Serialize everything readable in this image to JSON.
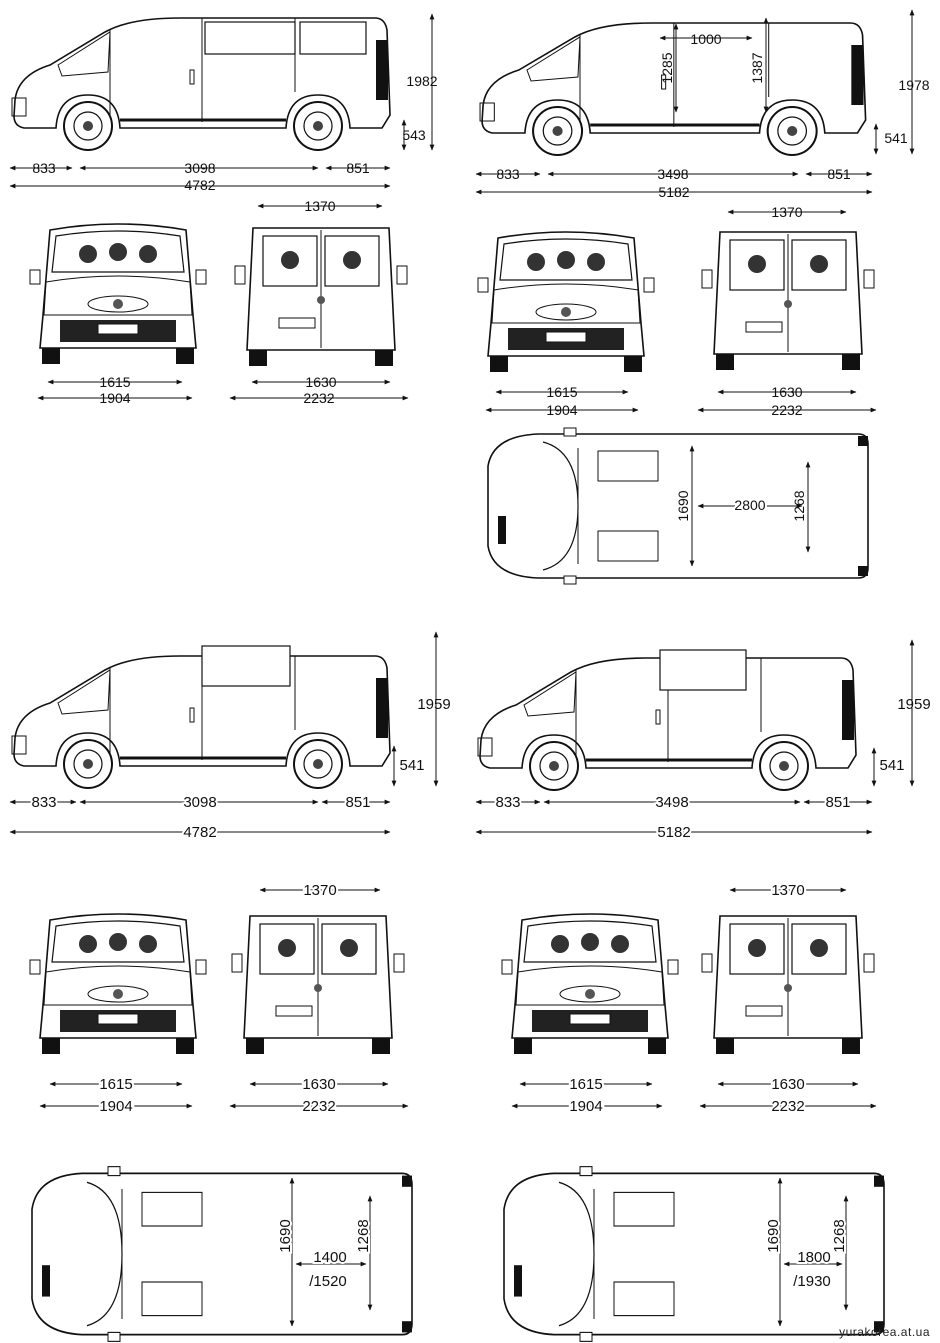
{
  "page": {
    "watermark": "yurakorea.at.ua"
  },
  "panels": {
    "bus_short_side": {
      "height": "1982",
      "ground": "543",
      "front": "833",
      "wheelbase": "3098",
      "rear": "851",
      "length": "4782"
    },
    "van_long_side": {
      "height": "1978",
      "ground": "541",
      "front": "833",
      "wheelbase": "3498",
      "rear": "851",
      "length": "5182",
      "cargo_length": "1000",
      "cargo_h1": "1285",
      "cargo_h2": "1387"
    },
    "bus_short_front": {
      "track": "1615",
      "width": "1904"
    },
    "bus_short_rear": {
      "opening": "1370",
      "track": "1630",
      "width": "2232"
    },
    "van_long_front": {
      "track": "1615",
      "width": "1904"
    },
    "van_long_rear": {
      "opening": "1370",
      "track": "1630",
      "width": "2232"
    },
    "van_long_top": {
      "width_inner": "1690",
      "cargo_length": "2800",
      "between_arches": "1268"
    },
    "crew_short_side": {
      "height": "1959",
      "ground": "541",
      "front": "833",
      "wheelbase": "3098",
      "rear": "851",
      "length": "4782"
    },
    "crew_long_side": {
      "height": "1959",
      "ground": "541",
      "front": "833",
      "wheelbase": "3498",
      "rear": "851",
      "length": "5182"
    },
    "crew_short_front": {
      "track": "1615",
      "width": "1904"
    },
    "crew_short_rear": {
      "opening": "1370",
      "track": "1630",
      "width": "2232"
    },
    "crew_long_front": {
      "track": "1615",
      "width": "1904"
    },
    "crew_long_rear": {
      "opening": "1370",
      "track": "1630",
      "width": "2232"
    },
    "crew_short_top": {
      "width_inner": "1690",
      "between_arches": "1268",
      "cargo_len_a": "1400",
      "cargo_len_b": "/1520"
    },
    "crew_long_top": {
      "width_inner": "1690",
      "between_arches": "1268",
      "cargo_len_a": "1800",
      "cargo_len_b": "/1930"
    }
  }
}
